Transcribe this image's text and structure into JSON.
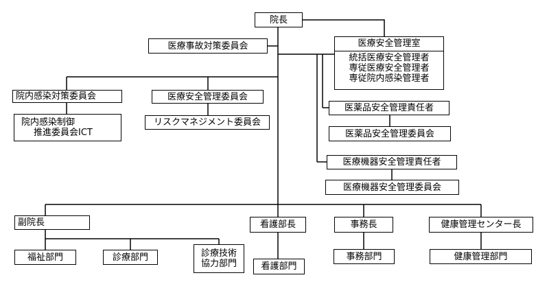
{
  "diagram": {
    "director": "院長",
    "accident_committee": "医療事故対策委員会",
    "safety_office": {
      "title": "医療安全管理室",
      "members": [
        "統括医療安全管理者",
        "専従医療安全管理者",
        "専従院内感染管理者"
      ]
    },
    "infection_committee": "院内感染対策委員会",
    "infection_control": [
      "院内感染制御",
      "推進委員会ICT"
    ],
    "safety_committee": "医療安全管理委員会",
    "risk_committee": "リスクマネジメント委員会",
    "drug_manager": "医薬品安全管理責任者",
    "drug_committee": "医薬品安全管理委員会",
    "device_manager": "医療機器安全管理責任者",
    "device_committee": "医療機器安全管理委員会",
    "vice_director": "副院長",
    "welfare_dept": "福祉部門",
    "medical_dept": "診療部門",
    "tech_dept": [
      "診療技術",
      "協力部門"
    ],
    "nursing_director": "看護部長",
    "nursing_dept": "看護部門",
    "admin_director": "事務長",
    "admin_dept": "事務部門",
    "health_director": "健康管理センター長",
    "health_dept": "健康管理部門"
  }
}
